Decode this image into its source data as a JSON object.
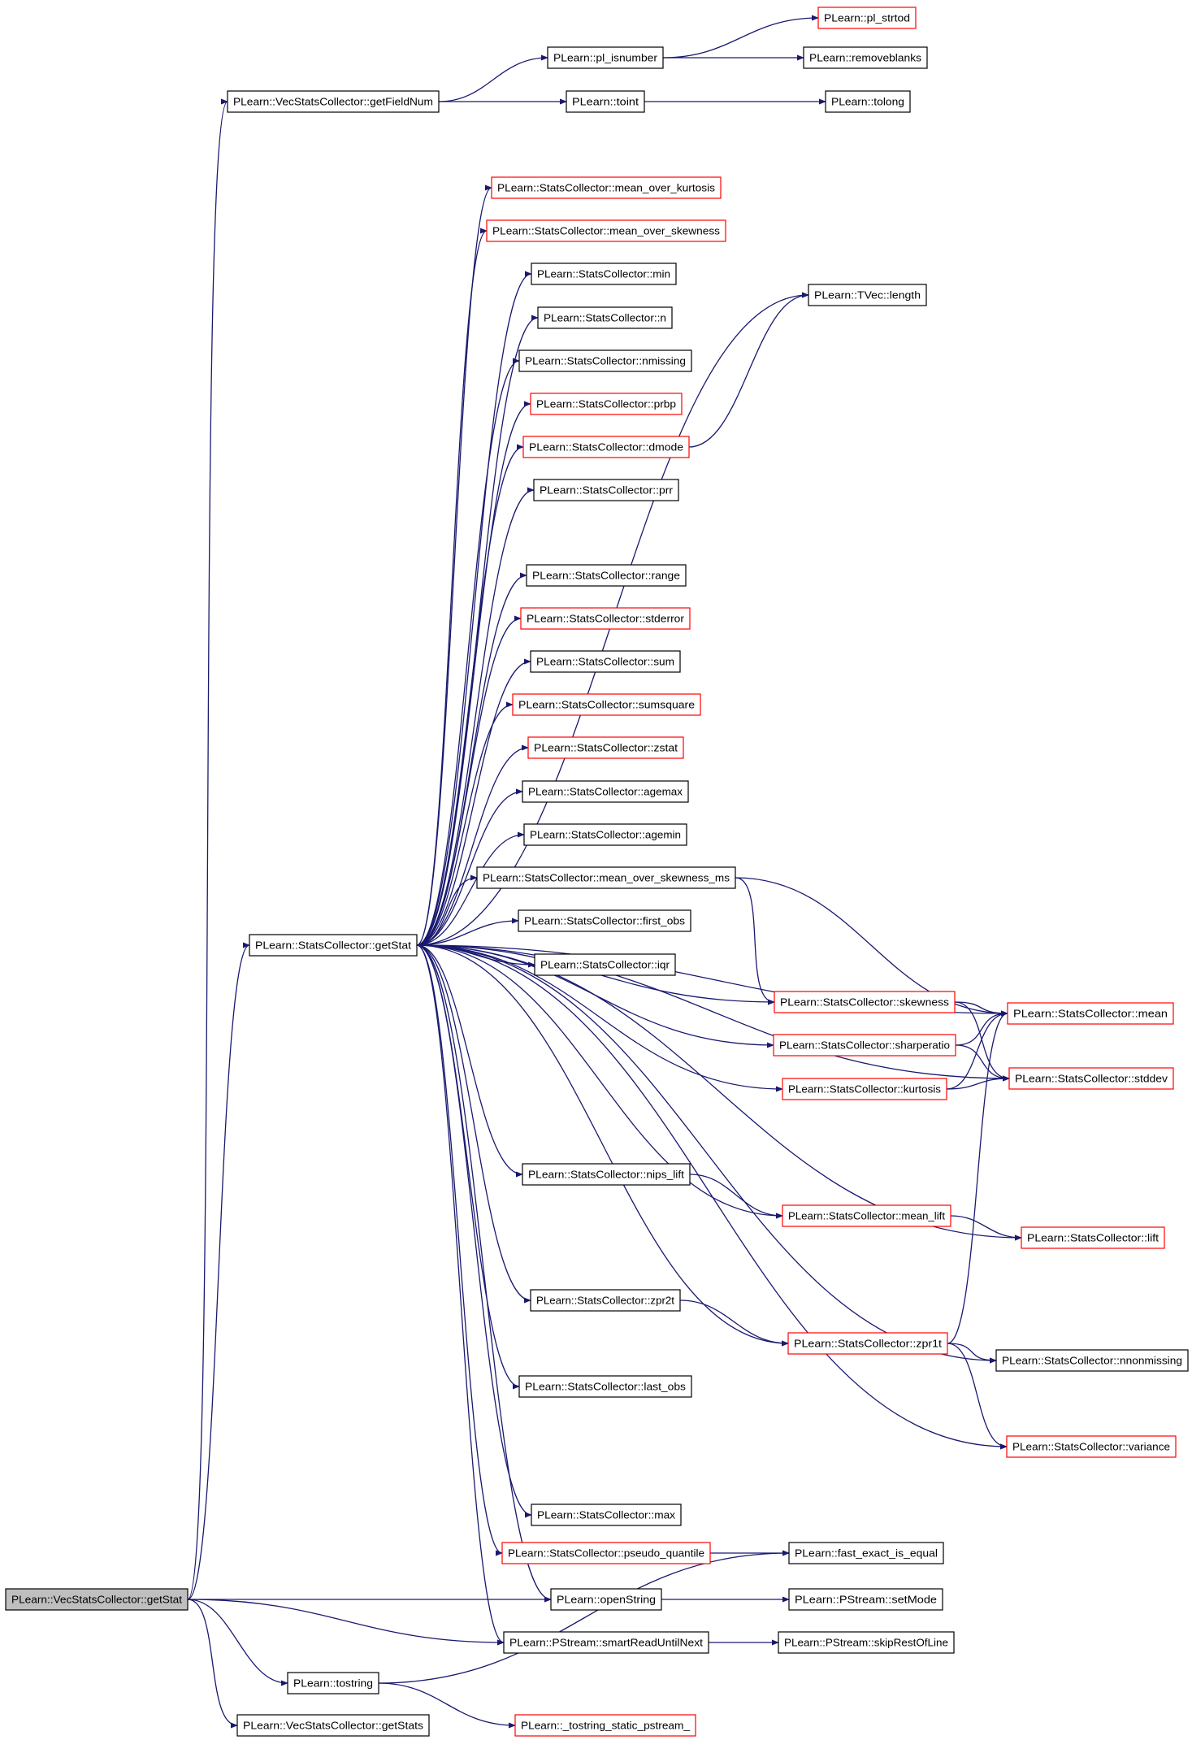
{
  "colors": {
    "edge": "#191970",
    "node_border_default": "#000000",
    "node_border_truncated": "#ff0000",
    "root_fill": "#bfbfbf",
    "node_fill": "#ffffff"
  },
  "nodes": [
    {
      "id": "pl_strtod",
      "label": "PLearn::pl_strtod",
      "style": "red"
    },
    {
      "id": "pl_isnumber",
      "label": "PLearn::pl_isnumber",
      "style": "black"
    },
    {
      "id": "removeblanks",
      "label": "PLearn::removeblanks",
      "style": "black"
    },
    {
      "id": "getFieldNum",
      "label": "PLearn::VecStatsCollector::getFieldNum",
      "style": "black"
    },
    {
      "id": "toint",
      "label": "PLearn::toint",
      "style": "black"
    },
    {
      "id": "tolong",
      "label": "PLearn::tolong",
      "style": "black"
    },
    {
      "id": "mean_over_kurtosis",
      "label": "PLearn::StatsCollector::mean_over_kurtosis",
      "style": "red"
    },
    {
      "id": "mean_over_skewness",
      "label": "PLearn::StatsCollector::mean_over_skewness",
      "style": "red"
    },
    {
      "id": "min",
      "label": "PLearn::StatsCollector::min",
      "style": "black"
    },
    {
      "id": "length",
      "label": "PLearn::TVec::length",
      "style": "black"
    },
    {
      "id": "n",
      "label": "PLearn::StatsCollector::n",
      "style": "black"
    },
    {
      "id": "nmissing",
      "label": "PLearn::StatsCollector::nmissing",
      "style": "black"
    },
    {
      "id": "prbp",
      "label": "PLearn::StatsCollector::prbp",
      "style": "red"
    },
    {
      "id": "dmode",
      "label": "PLearn::StatsCollector::dmode",
      "style": "red"
    },
    {
      "id": "prr",
      "label": "PLearn::StatsCollector::prr",
      "style": "black"
    },
    {
      "id": "range",
      "label": "PLearn::StatsCollector::range",
      "style": "black"
    },
    {
      "id": "stderror",
      "label": "PLearn::StatsCollector::stderror",
      "style": "red"
    },
    {
      "id": "sum",
      "label": "PLearn::StatsCollector::sum",
      "style": "black"
    },
    {
      "id": "sumsquare",
      "label": "PLearn::StatsCollector::sumsquare",
      "style": "red"
    },
    {
      "id": "zstat",
      "label": "PLearn::StatsCollector::zstat",
      "style": "red"
    },
    {
      "id": "agemax",
      "label": "PLearn::StatsCollector::agemax",
      "style": "black"
    },
    {
      "id": "agemin",
      "label": "PLearn::StatsCollector::agemin",
      "style": "black"
    },
    {
      "id": "mean_over_skewness_ms",
      "label": "PLearn::StatsCollector::mean_over_skewness_ms",
      "style": "black"
    },
    {
      "id": "first_obs",
      "label": "PLearn::StatsCollector::first_obs",
      "style": "black"
    },
    {
      "id": "getStat_sc",
      "label": "PLearn::StatsCollector::getStat",
      "style": "black"
    },
    {
      "id": "iqr",
      "label": "PLearn::StatsCollector::iqr",
      "style": "black"
    },
    {
      "id": "skewness",
      "label": "PLearn::StatsCollector::skewness",
      "style": "red"
    },
    {
      "id": "mean",
      "label": "PLearn::StatsCollector::mean",
      "style": "red"
    },
    {
      "id": "sharperatio",
      "label": "PLearn::StatsCollector::sharperatio",
      "style": "red"
    },
    {
      "id": "stddev",
      "label": "PLearn::StatsCollector::stddev",
      "style": "red"
    },
    {
      "id": "kurtosis",
      "label": "PLearn::StatsCollector::kurtosis",
      "style": "red"
    },
    {
      "id": "nips_lift",
      "label": "PLearn::StatsCollector::nips_lift",
      "style": "black"
    },
    {
      "id": "mean_lift",
      "label": "PLearn::StatsCollector::mean_lift",
      "style": "red"
    },
    {
      "id": "lift",
      "label": "PLearn::StatsCollector::lift",
      "style": "red"
    },
    {
      "id": "zpr2t",
      "label": "PLearn::StatsCollector::zpr2t",
      "style": "black"
    },
    {
      "id": "zpr1t",
      "label": "PLearn::StatsCollector::zpr1t",
      "style": "red"
    },
    {
      "id": "nnonmissing",
      "label": "PLearn::StatsCollector::nnonmissing",
      "style": "black"
    },
    {
      "id": "last_obs",
      "label": "PLearn::StatsCollector::last_obs",
      "style": "black"
    },
    {
      "id": "variance",
      "label": "PLearn::StatsCollector::variance",
      "style": "red"
    },
    {
      "id": "max",
      "label": "PLearn::StatsCollector::max",
      "style": "black"
    },
    {
      "id": "pseudo_quantile",
      "label": "PLearn::StatsCollector::pseudo_quantile",
      "style": "red"
    },
    {
      "id": "fast_exact_is_equal",
      "label": "PLearn::fast_exact_is_equal",
      "style": "black"
    },
    {
      "id": "getStat_vsc",
      "label": "PLearn::VecStatsCollector::getStat",
      "style": "root"
    },
    {
      "id": "openString",
      "label": "PLearn::openString",
      "style": "black"
    },
    {
      "id": "setMode",
      "label": "PLearn::PStream::setMode",
      "style": "black"
    },
    {
      "id": "smartReadUntilNext",
      "label": "PLearn::PStream::smartReadUntilNext",
      "style": "black"
    },
    {
      "id": "skipRestOfLine",
      "label": "PLearn::PStream::skipRestOfLine",
      "style": "black"
    },
    {
      "id": "tostring",
      "label": "PLearn::tostring",
      "style": "black"
    },
    {
      "id": "getStats",
      "label": "PLearn::VecStatsCollector::getStats",
      "style": "black"
    },
    {
      "id": "tostring_static_pstream",
      "label": "PLearn::_tostring_static_pstream_",
      "style": "red"
    }
  ],
  "edges": [
    [
      "getStat_vsc",
      "getFieldNum"
    ],
    [
      "getStat_vsc",
      "getStat_sc"
    ],
    [
      "getStat_vsc",
      "openString"
    ],
    [
      "getStat_vsc",
      "smartReadUntilNext"
    ],
    [
      "getStat_vsc",
      "tostring"
    ],
    [
      "getStat_vsc",
      "getStats"
    ],
    [
      "getFieldNum",
      "pl_isnumber"
    ],
    [
      "getFieldNum",
      "toint"
    ],
    [
      "pl_isnumber",
      "pl_strtod"
    ],
    [
      "pl_isnumber",
      "removeblanks"
    ],
    [
      "toint",
      "tolong"
    ],
    [
      "getStat_sc",
      "length"
    ],
    [
      "getStat_sc",
      "mean_over_kurtosis"
    ],
    [
      "getStat_sc",
      "mean_over_skewness"
    ],
    [
      "getStat_sc",
      "min"
    ],
    [
      "getStat_sc",
      "n"
    ],
    [
      "getStat_sc",
      "nmissing"
    ],
    [
      "getStat_sc",
      "prbp"
    ],
    [
      "getStat_sc",
      "dmode"
    ],
    [
      "getStat_sc",
      "prr"
    ],
    [
      "getStat_sc",
      "mean"
    ],
    [
      "getStat_sc",
      "range"
    ],
    [
      "getStat_sc",
      "stderror"
    ],
    [
      "getStat_sc",
      "sum"
    ],
    [
      "getStat_sc",
      "sumsquare"
    ],
    [
      "getStat_sc",
      "zstat"
    ],
    [
      "getStat_sc",
      "agemax"
    ],
    [
      "getStat_sc",
      "agemin"
    ],
    [
      "getStat_sc",
      "mean_over_skewness_ms"
    ],
    [
      "getStat_sc",
      "first_obs"
    ],
    [
      "getStat_sc",
      "iqr"
    ],
    [
      "getStat_sc",
      "skewness"
    ],
    [
      "getStat_sc",
      "sharperatio"
    ],
    [
      "getStat_sc",
      "kurtosis"
    ],
    [
      "getStat_sc",
      "stddev"
    ],
    [
      "getStat_sc",
      "nips_lift"
    ],
    [
      "getStat_sc",
      "mean_lift"
    ],
    [
      "getStat_sc",
      "lift"
    ],
    [
      "getStat_sc",
      "zpr2t"
    ],
    [
      "getStat_sc",
      "zpr1t"
    ],
    [
      "getStat_sc",
      "last_obs"
    ],
    [
      "getStat_sc",
      "nnonmissing"
    ],
    [
      "getStat_sc",
      "variance"
    ],
    [
      "getStat_sc",
      "max"
    ],
    [
      "getStat_sc",
      "pseudo_quantile"
    ],
    [
      "getStat_sc",
      "openString"
    ],
    [
      "getStat_sc",
      "smartReadUntilNext"
    ],
    [
      "dmode",
      "length"
    ],
    [
      "mean_over_skewness_ms",
      "skewness"
    ],
    [
      "mean_over_skewness_ms",
      "mean"
    ],
    [
      "skewness",
      "mean"
    ],
    [
      "skewness",
      "stddev"
    ],
    [
      "sharperatio",
      "mean"
    ],
    [
      "sharperatio",
      "stddev"
    ],
    [
      "kurtosis",
      "mean"
    ],
    [
      "kurtosis",
      "stddev"
    ],
    [
      "nips_lift",
      "mean_lift"
    ],
    [
      "mean_lift",
      "lift"
    ],
    [
      "zpr2t",
      "zpr1t"
    ],
    [
      "zpr1t",
      "mean"
    ],
    [
      "zpr1t",
      "nnonmissing"
    ],
    [
      "zpr1t",
      "variance"
    ],
    [
      "pseudo_quantile",
      "fast_exact_is_equal"
    ],
    [
      "openString",
      "setMode"
    ],
    [
      "smartReadUntilNext",
      "skipRestOfLine"
    ],
    [
      "tostring",
      "fast_exact_is_equal"
    ],
    [
      "tostring",
      "tostring_static_pstream"
    ]
  ]
}
